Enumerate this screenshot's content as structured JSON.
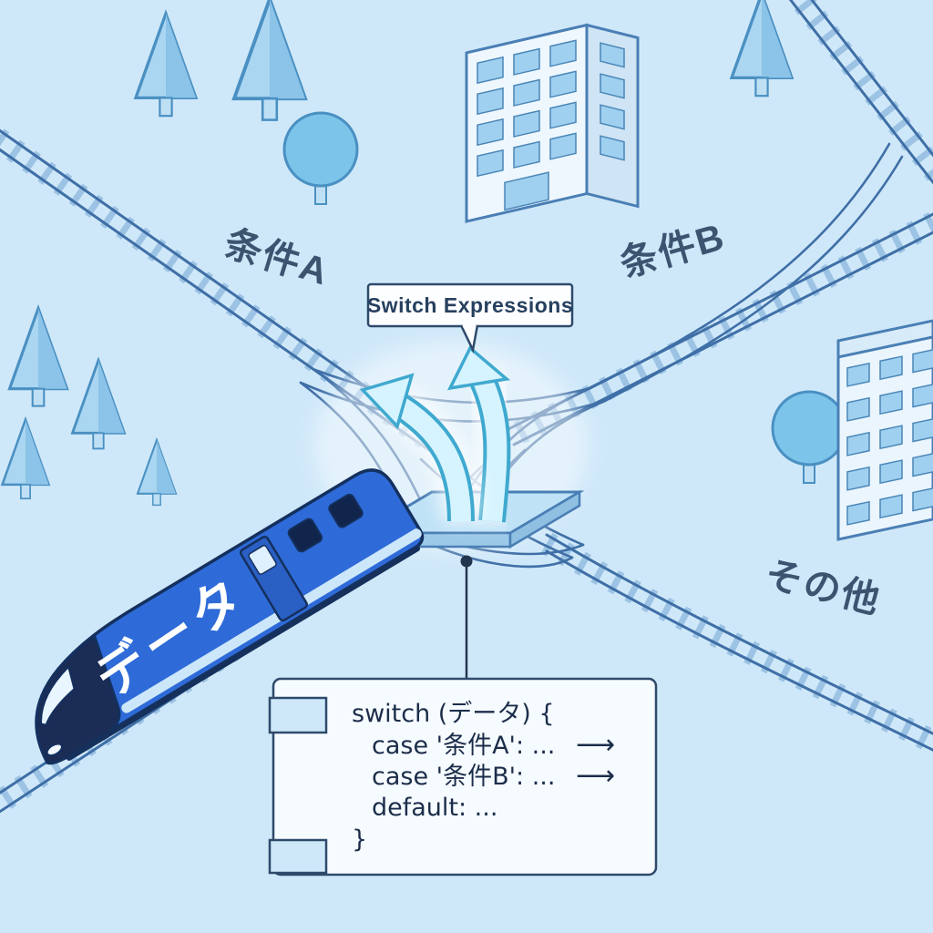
{
  "illustration": {
    "badge": {
      "text": "Switch Expressions"
    },
    "track_labels": {
      "condition_a": "条件A",
      "condition_b": "条件B",
      "other": "その他"
    },
    "train": {
      "label": "データ"
    },
    "code_panel": {
      "line_switch": "switch (データ) {",
      "line_case_a": "case '条件A': ...",
      "line_case_b": "case '条件B': ...",
      "line_default": "default: ...",
      "line_close": "}",
      "arrow_glyph": "⟶"
    },
    "colors": {
      "background": "#cfe8f9",
      "track_rail": "#3f6fa6",
      "track_tie": "#9cc3e4",
      "train_body": "#2e6bd8",
      "train_nose": "#1b2c55",
      "arrow_fill": "#d6f4ff",
      "arrow_outline": "#3fa9cf",
      "label_text": "#3d5470",
      "panel_bg": "#f6fbff",
      "panel_border": "#2e4a6b",
      "code_text": "#1c2d4a"
    }
  }
}
